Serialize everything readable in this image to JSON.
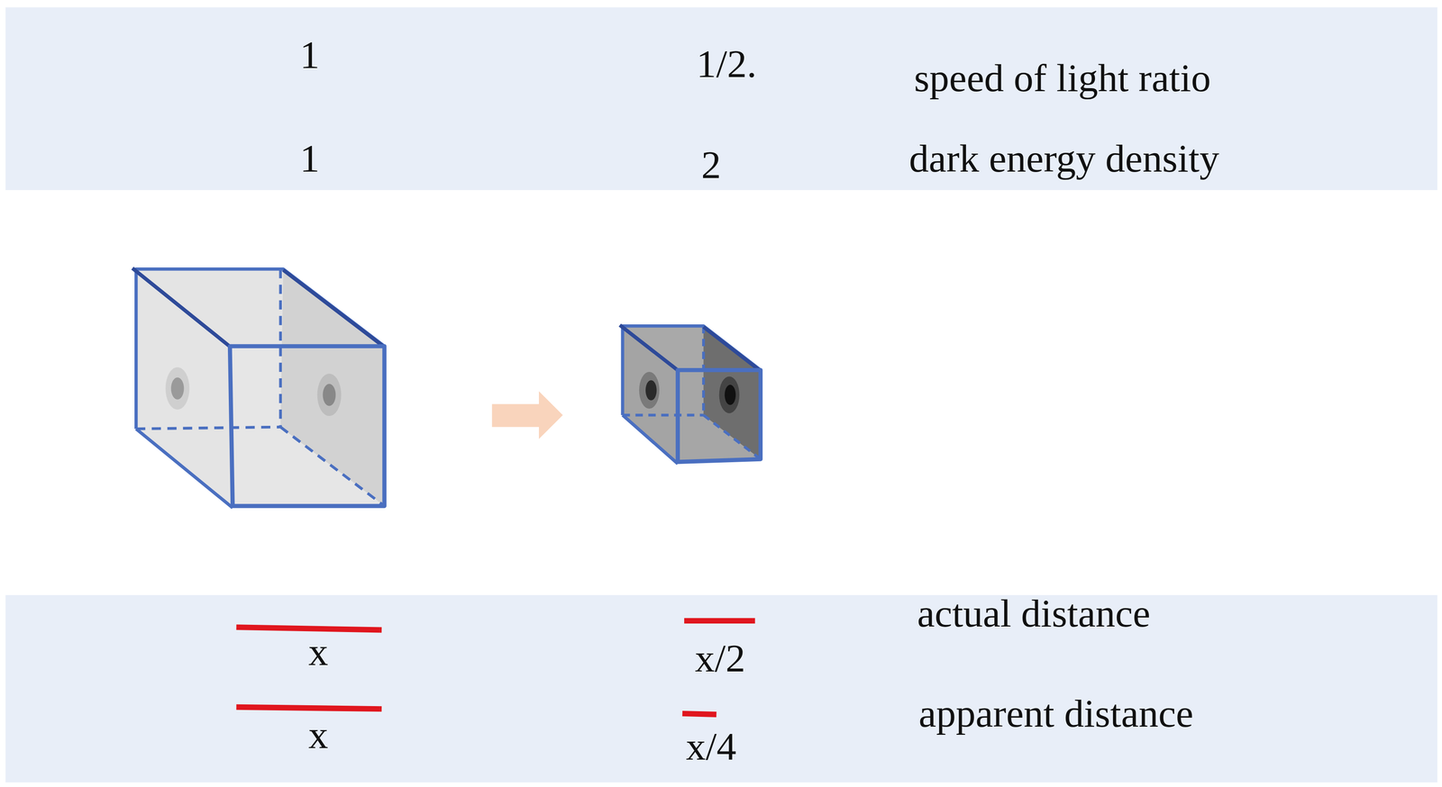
{
  "diagram": {
    "nodes": [
      {
        "text": [
          "1",
          "1/2.",
          "speed of light ratio",
          "1",
          "2",
          "dark energy density"
        ]
      },
      {
        "text": [
          "actual distance",
          "x",
          "x/2",
          "apparent distance",
          "x",
          "x/4"
        ]
      }
    ]
  }
}
